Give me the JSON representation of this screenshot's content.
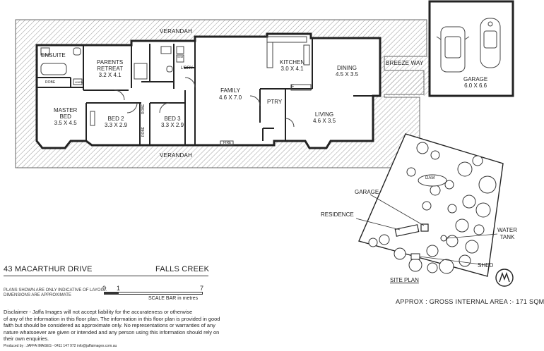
{
  "plan": {
    "rooms": [
      {
        "name": "ENSUITE",
        "dims": ""
      },
      {
        "name": "PARENTS",
        "dims": ""
      },
      {
        "name": "RETREAT",
        "dims": "3.2 X 4.1"
      },
      {
        "name": "MASTER",
        "dims": ""
      },
      {
        "name": "BED",
        "dims": "3.5 X 4.5"
      },
      {
        "name": "BED 2",
        "dims": "3.3 X 2.9"
      },
      {
        "name": "BED 3",
        "dims": "3.3 X 2.9"
      },
      {
        "name": "FAMILY",
        "dims": "4.6 X 7.0"
      },
      {
        "name": "KITCHEN",
        "dims": "3.0 X 4.1"
      },
      {
        "name": "DINING",
        "dims": "4.5 X 3.5"
      },
      {
        "name": "LIVING",
        "dims": "4.6 X 3.5"
      },
      {
        "name": "GARAGE",
        "dims": "6.0 X 6.6"
      }
    ],
    "labels": {
      "verandah_top": "VERANDAH",
      "verandah_bottom": "VERANDAH",
      "breezeway": "BREEZE WAY",
      "ldry": "L'DRY",
      "ptry": "PTRY",
      "fire": "FIRE",
      "robe": "ROBE",
      "linen": "LINEN",
      "wm": "W/M",
      "fridge": "F"
    }
  },
  "site": {
    "garage": "GARAGE",
    "residence": "RESIDENCE",
    "dam": "DAM",
    "water_tank_1": "WATER",
    "water_tank_2": "TANK",
    "shed": "SHED",
    "title": "SITE PLAN"
  },
  "footer": {
    "address": "43 MACARTHUR DRIVE",
    "suburb": "FALLS CREEK",
    "notice_1": "PLANS SHOWN ARE ONLY INDICATIVE OF LAYOUT.",
    "notice_2": "DIMENSIONS ARE APPROXIMATE",
    "scale_0": "0",
    "scale_1": "1",
    "scale_7": "7",
    "scale_label": "SCALE BAR in metres",
    "area": "APPROX : GROSS INTERNAL AREA :- 171 SQM",
    "disclaimer": [
      "Disclaimer - Jaffa Images will not accept liability for the accurateness or otherwise",
      "of any of the information in this floor plan. The information in this floor plan is provided in good",
      "faith but  should be considered as  approximate only.  No representations or warranties of any",
      "nature whatsoever are given or intended and any person using this information should rely on",
      "their own enquiries."
    ],
    "producer": "Produced by : JAFFA IMAGES - 0411 147 972  info@jaffaimages.com.au"
  }
}
